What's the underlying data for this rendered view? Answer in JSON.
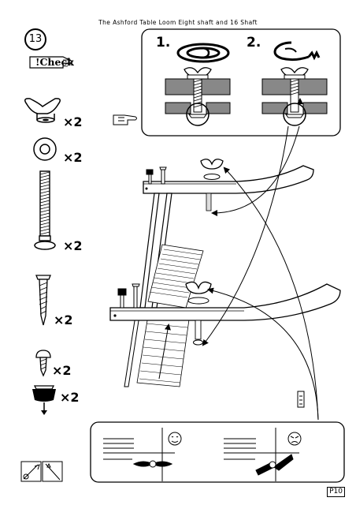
{
  "header": {
    "title": "The Ashford Table Loom Eight shaft and 16 Shaft"
  },
  "step": {
    "number": "13"
  },
  "check_label": "!Check",
  "parts": [
    {
      "name": "wing-nut",
      "qty": "×2"
    },
    {
      "name": "washer",
      "qty": "×2"
    },
    {
      "name": "bolt",
      "qty": "×2"
    },
    {
      "name": "wood-screw",
      "qty": "×2"
    },
    {
      "name": "short-screw",
      "qty": "×2"
    },
    {
      "name": "rubber-foot",
      "qty": "×2"
    }
  ],
  "detail_steps": [
    {
      "label": "1."
    },
    {
      "label": "2."
    }
  ],
  "page": {
    "number": "P10"
  },
  "icons": [
    "check-hand-icon",
    "pointing-hand-icon",
    "tools-icon",
    "smiley-face-icon",
    "frown-face-icon"
  ]
}
